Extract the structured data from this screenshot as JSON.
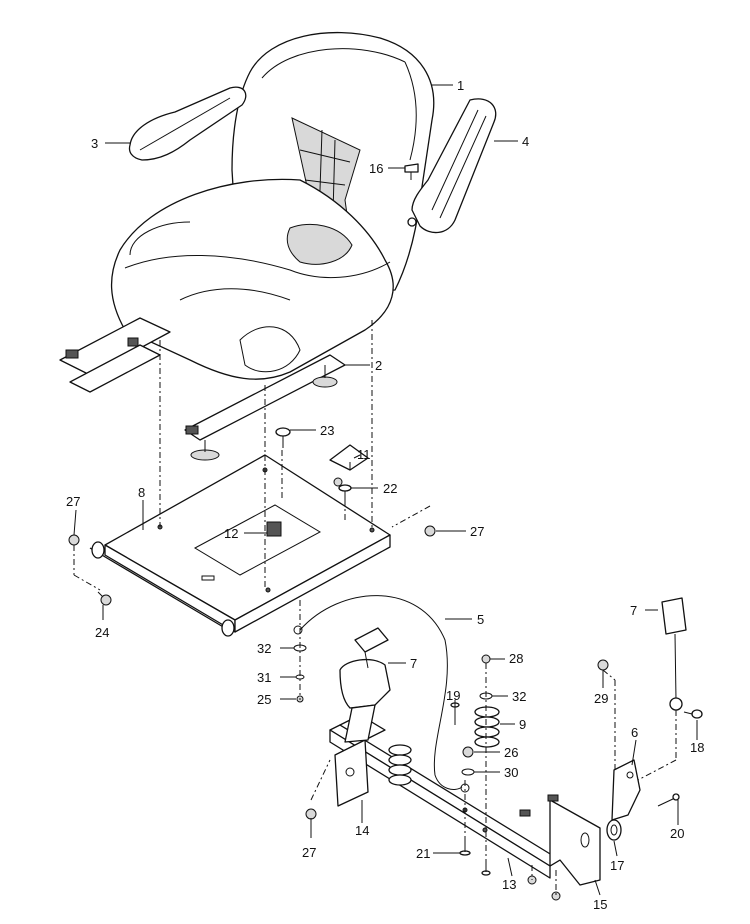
{
  "callouts": [
    {
      "id": "c1",
      "label": "1"
    },
    {
      "id": "c2",
      "label": "2"
    },
    {
      "id": "c3",
      "label": "3"
    },
    {
      "id": "c4",
      "label": "4"
    },
    {
      "id": "c5",
      "label": "5"
    },
    {
      "id": "c6",
      "label": "6"
    },
    {
      "id": "c7a",
      "label": "7"
    },
    {
      "id": "c7b",
      "label": "7"
    },
    {
      "id": "c8",
      "label": "8"
    },
    {
      "id": "c9",
      "label": "9"
    },
    {
      "id": "c11",
      "label": "11"
    },
    {
      "id": "c12",
      "label": "12"
    },
    {
      "id": "c13",
      "label": "13"
    },
    {
      "id": "c14",
      "label": "14"
    },
    {
      "id": "c15",
      "label": "15"
    },
    {
      "id": "c16",
      "label": "16"
    },
    {
      "id": "c17",
      "label": "17"
    },
    {
      "id": "c18",
      "label": "18"
    },
    {
      "id": "c19",
      "label": "19"
    },
    {
      "id": "c20",
      "label": "20"
    },
    {
      "id": "c21",
      "label": "21"
    },
    {
      "id": "c22",
      "label": "22"
    },
    {
      "id": "c23",
      "label": "23"
    },
    {
      "id": "c24",
      "label": "24"
    },
    {
      "id": "c25",
      "label": "25"
    },
    {
      "id": "c26",
      "label": "26"
    },
    {
      "id": "c27a",
      "label": "27"
    },
    {
      "id": "c27b",
      "label": "27"
    },
    {
      "id": "c27c",
      "label": "27"
    },
    {
      "id": "c28",
      "label": "28"
    },
    {
      "id": "c29",
      "label": "29"
    },
    {
      "id": "c30",
      "label": "30"
    },
    {
      "id": "c31",
      "label": "31"
    },
    {
      "id": "c32a",
      "label": "32"
    },
    {
      "id": "c32b",
      "label": "32"
    }
  ]
}
